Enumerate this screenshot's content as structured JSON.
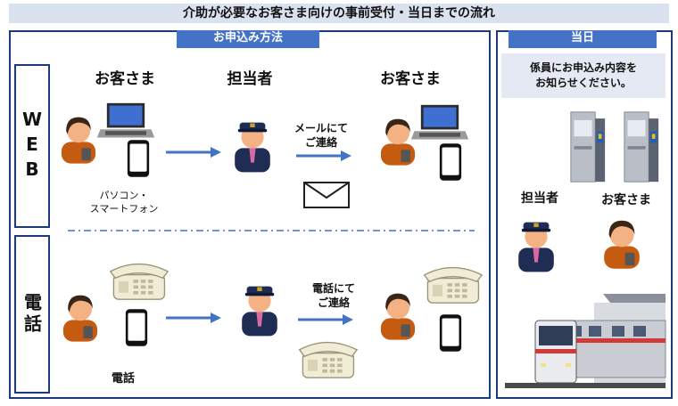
{
  "title": "介助が必要なお客さま向けの事前受付・当日までの流れ",
  "application": {
    "header": "お申込み方法",
    "web": {
      "side_label": "WEB",
      "customer_label": "お客さま",
      "staff_label": "担当者",
      "customer2_label": "お客さま",
      "device_caption_line1": "パソコン・",
      "device_caption_line2": "スマートフォン",
      "contact_line1": "メールにて",
      "contact_line2": "ご連絡"
    },
    "phone": {
      "side_label": "電話",
      "device_caption": "電話",
      "contact_line1": "電話にて",
      "contact_line2": "ご連絡"
    }
  },
  "day_of": {
    "header": "当日",
    "note_line1": "係員にお申込み内容を",
    "note_line2": "お知らせください。",
    "staff_label": "担当者",
    "customer_label": "お客さま"
  },
  "icons": [
    "customer-icon",
    "laptop-icon",
    "smartphone-icon",
    "staff-icon",
    "arrow-icon",
    "mail-icon",
    "telephone-icon",
    "ticket-gate-icon",
    "train-icon"
  ],
  "colors": {
    "header_blue": "#4472c4",
    "frame_navy": "#1f3a7a",
    "arrow_blue": "#4472c4",
    "title_bg": "#dbe2ef"
  }
}
